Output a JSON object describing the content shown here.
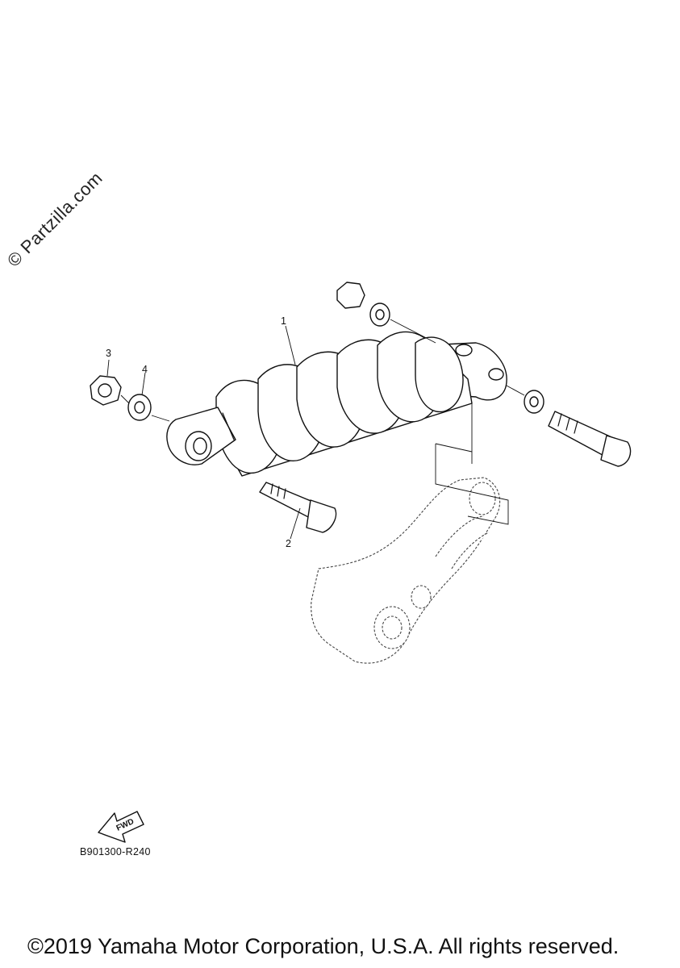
{
  "watermark": {
    "text": "© Partzilla.com"
  },
  "callouts": [
    {
      "number": "1"
    },
    {
      "number": "2"
    },
    {
      "number": "3"
    },
    {
      "number": "4"
    }
  ],
  "fwd_arrow": {
    "label": "FWD"
  },
  "reference_code": "B901300-R240",
  "copyright": "©2019 Yamaha Motor Corporation, U.S.A. All rights reserved."
}
